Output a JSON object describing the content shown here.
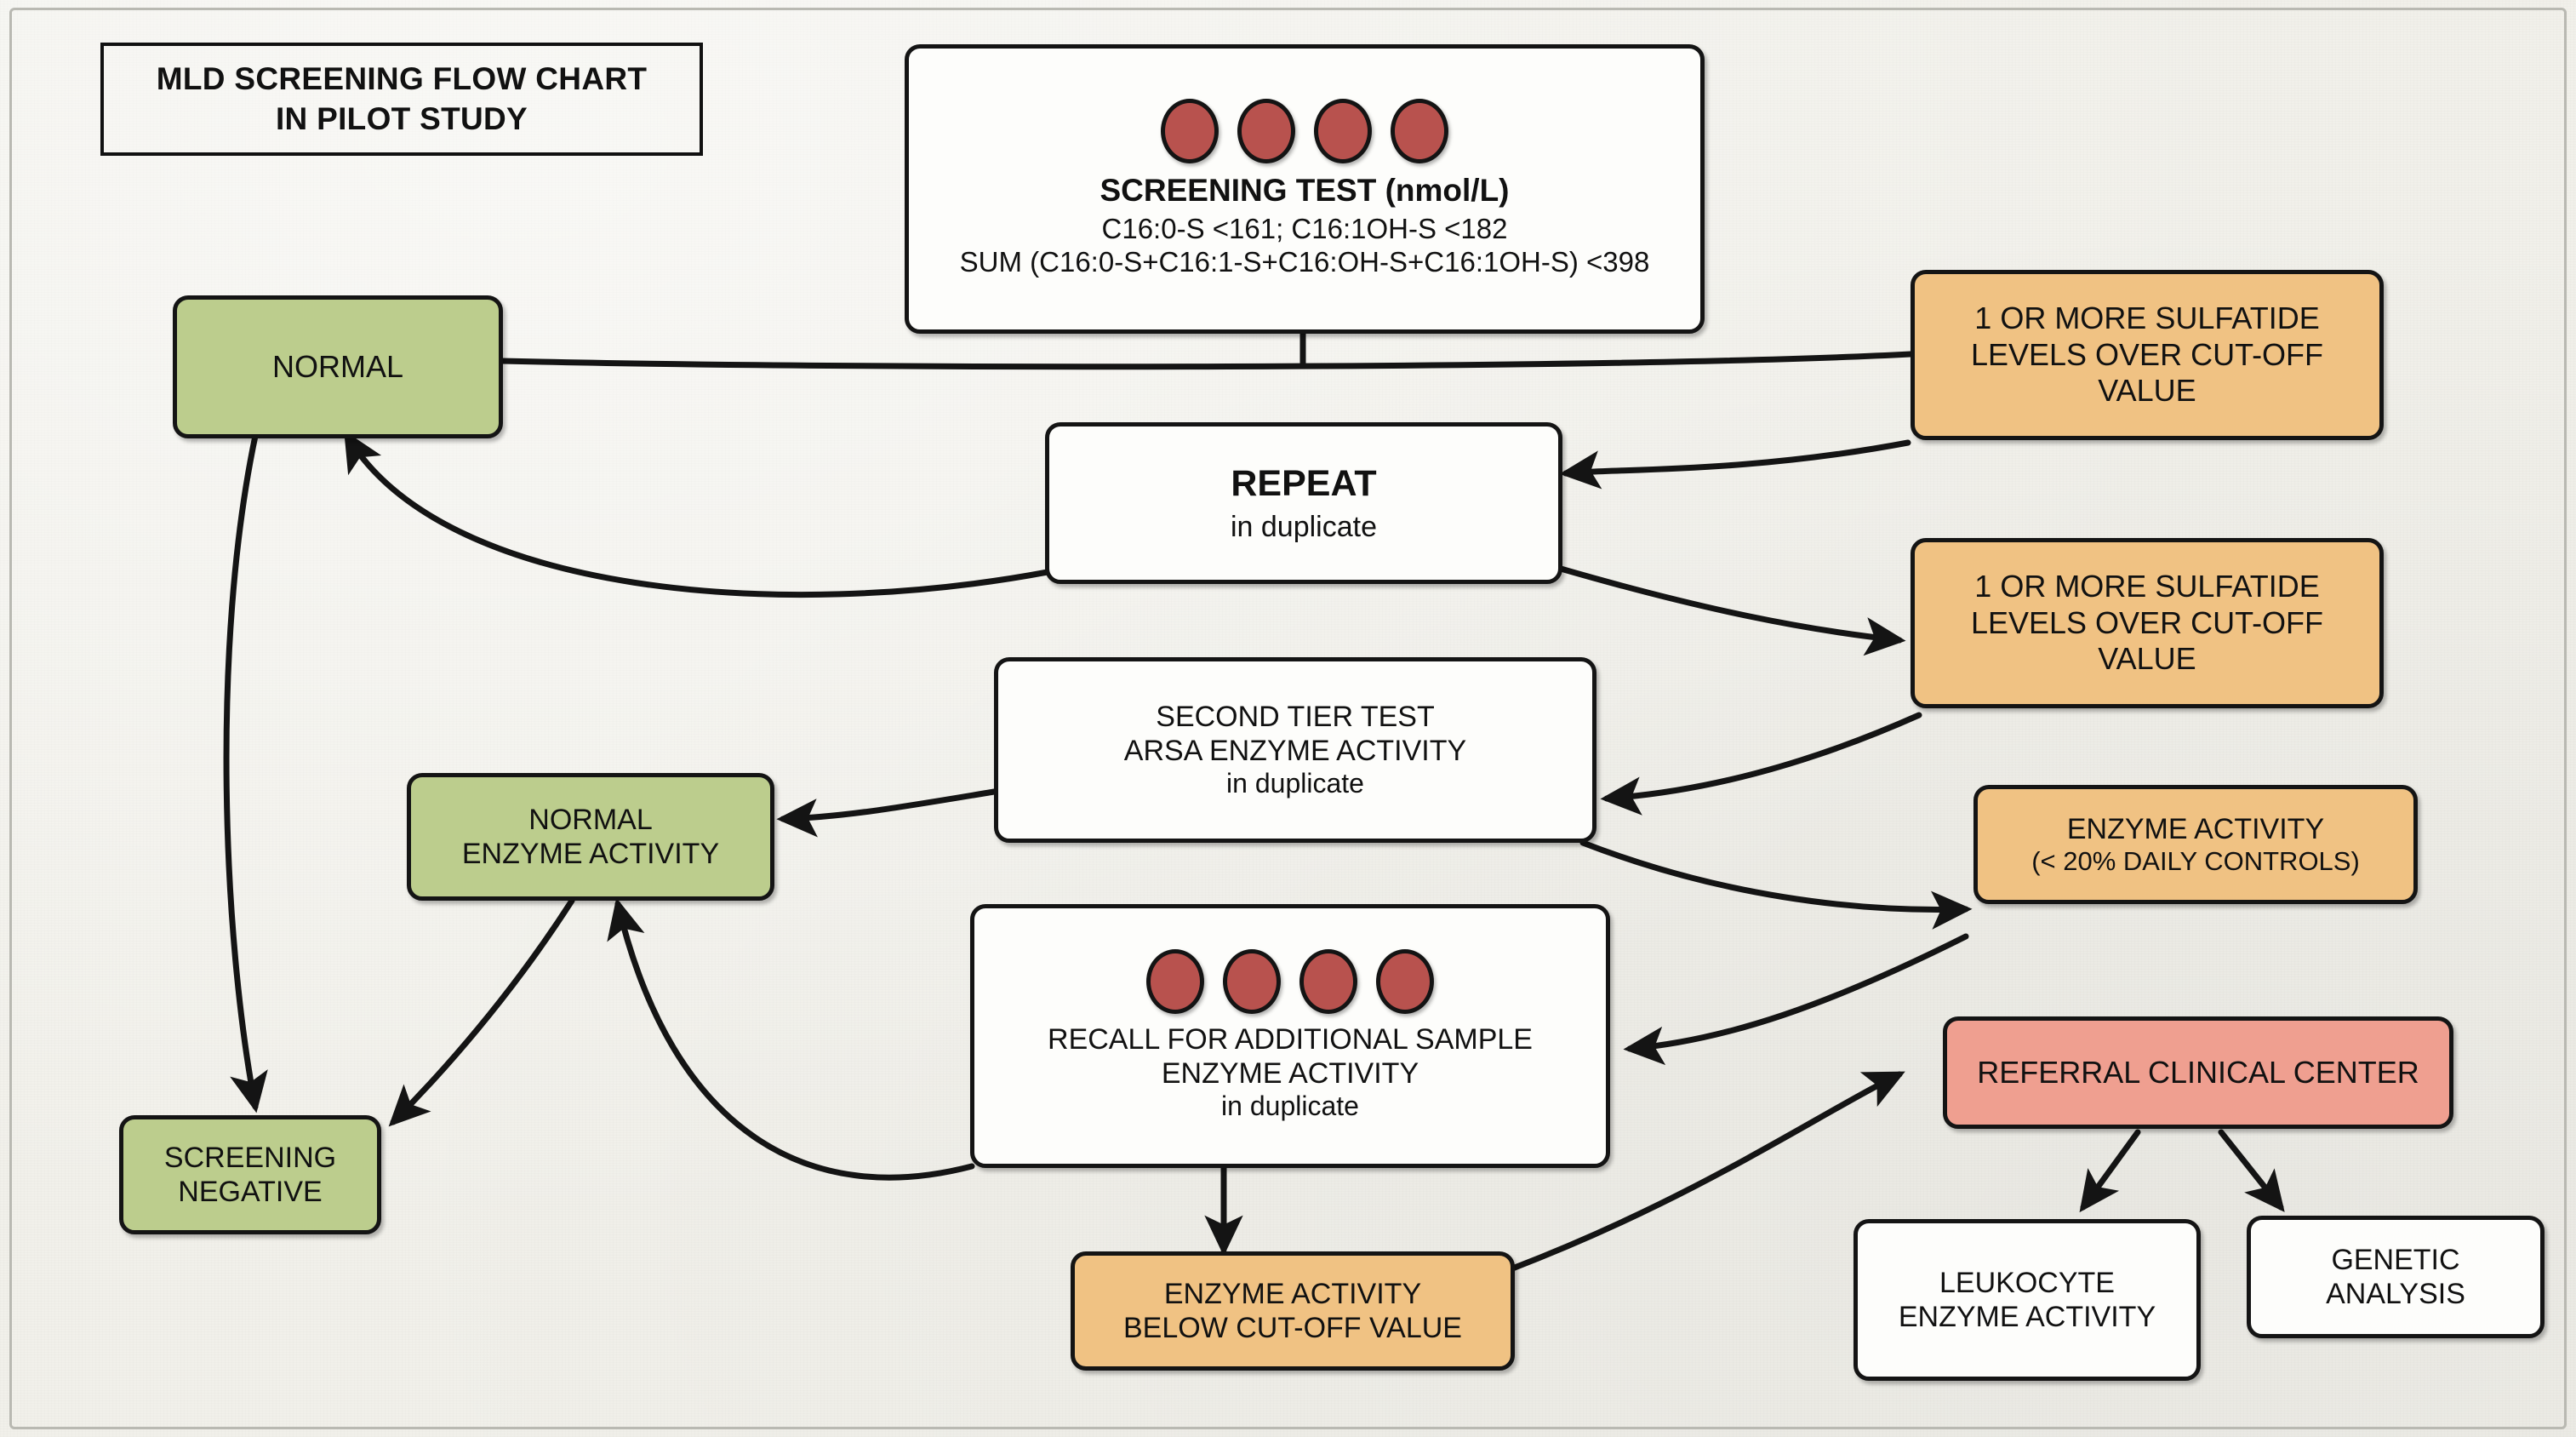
{
  "title": {
    "line1": "MLD SCREENING FLOW CHART",
    "line2": "IN PILOT STUDY"
  },
  "colors": {
    "background": "#f1f0ea",
    "green": "#bccd8d",
    "orange": "#f0c283",
    "salmon": "#ef9f90",
    "white": "#fdfdfb",
    "dot_red": "#b8524e",
    "stroke": "#141414"
  },
  "nodes": {
    "screening_test": {
      "line1": "SCREENING TEST (nmol/L)",
      "line2": "C16:0-S <161; C16:1OH-S <182",
      "line3": "SUM (C16:0-S+C16:1-S+C16:OH-S+C16:1OH-S) <398",
      "dots": 4,
      "shape": "rounded-rect",
      "fill": "white"
    },
    "normal": {
      "line1": "NORMAL",
      "fill": "green"
    },
    "sulfatide_over_cutoff_1": {
      "line1": "1 OR MORE SULFATIDE",
      "line2": "LEVELS OVER CUT-OFF",
      "line3": "VALUE",
      "fill": "orange"
    },
    "repeat": {
      "line1": "REPEAT",
      "line2": "in duplicate",
      "fill": "white"
    },
    "sulfatide_over_cutoff_2": {
      "line1": "1 OR MORE SULFATIDE",
      "line2": "LEVELS OVER CUT-OFF",
      "line3": "VALUE",
      "fill": "orange"
    },
    "second_tier_test": {
      "line1": "SECOND TIER TEST",
      "line2": "ARSA ENZYME ACTIVITY",
      "line3": "in duplicate",
      "fill": "white"
    },
    "normal_enzyme_activity": {
      "line1": "NORMAL",
      "line2": "ENZYME ACTIVITY",
      "fill": "green"
    },
    "enzyme_activity_low": {
      "line1": "ENZYME ACTIVITY",
      "line2": "(< 20% DAILY CONTROLS)",
      "fill": "orange"
    },
    "screening_negative": {
      "line1": "SCREENING",
      "line2": "NEGATIVE",
      "fill": "green"
    },
    "recall_additional_sample": {
      "line1": "RECALL FOR ADDITIONAL SAMPLE",
      "line2": "ENZYME ACTIVITY",
      "line3": "in duplicate",
      "dots": 4,
      "fill": "white"
    },
    "referral_clinical_center": {
      "line1": "REFERRAL CLINICAL CENTER",
      "fill": "salmon"
    },
    "enzyme_below_cutoff": {
      "line1": "ENZYME ACTIVITY",
      "line2": "BELOW CUT-OFF VALUE",
      "fill": "orange"
    },
    "leukocyte_enzyme_activity": {
      "line1": "LEUKOCYTE",
      "line2": "ENZYME ACTIVITY",
      "fill": "white"
    },
    "genetic_analysis": {
      "line1": "GENETIC",
      "line2": "ANALYSIS",
      "fill": "white"
    }
  },
  "chart_data": {
    "type": "diagram",
    "title": "MLD SCREENING FLOW CHART IN PILOT STUDY",
    "edges": [
      {
        "from": "screening_test",
        "to": "normal",
        "arrow": false
      },
      {
        "from": "screening_test",
        "to": "sulfatide_over_cutoff_1",
        "arrow": false
      },
      {
        "from": "sulfatide_over_cutoff_1",
        "to": "repeat",
        "arrow": true
      },
      {
        "from": "repeat",
        "to": "normal",
        "arrow": true
      },
      {
        "from": "repeat",
        "to": "sulfatide_over_cutoff_2",
        "arrow": true
      },
      {
        "from": "sulfatide_over_cutoff_2",
        "to": "second_tier_test",
        "arrow": true
      },
      {
        "from": "second_tier_test",
        "to": "normal_enzyme_activity",
        "arrow": true
      },
      {
        "from": "second_tier_test",
        "to": "enzyme_activity_low",
        "arrow": true
      },
      {
        "from": "enzyme_activity_low",
        "to": "recall_additional_sample",
        "arrow": true
      },
      {
        "from": "normal_enzyme_activity",
        "to": "screening_negative",
        "arrow": true
      },
      {
        "from": "normal",
        "to": "screening_negative",
        "arrow": true
      },
      {
        "from": "recall_additional_sample",
        "to": "normal_enzyme_activity",
        "arrow": true
      },
      {
        "from": "recall_additional_sample",
        "to": "enzyme_below_cutoff",
        "arrow": true
      },
      {
        "from": "enzyme_below_cutoff",
        "to": "referral_clinical_center",
        "arrow": true
      },
      {
        "from": "referral_clinical_center",
        "to": "leukocyte_enzyme_activity",
        "arrow": true
      },
      {
        "from": "referral_clinical_center",
        "to": "genetic_analysis",
        "arrow": true
      }
    ]
  }
}
